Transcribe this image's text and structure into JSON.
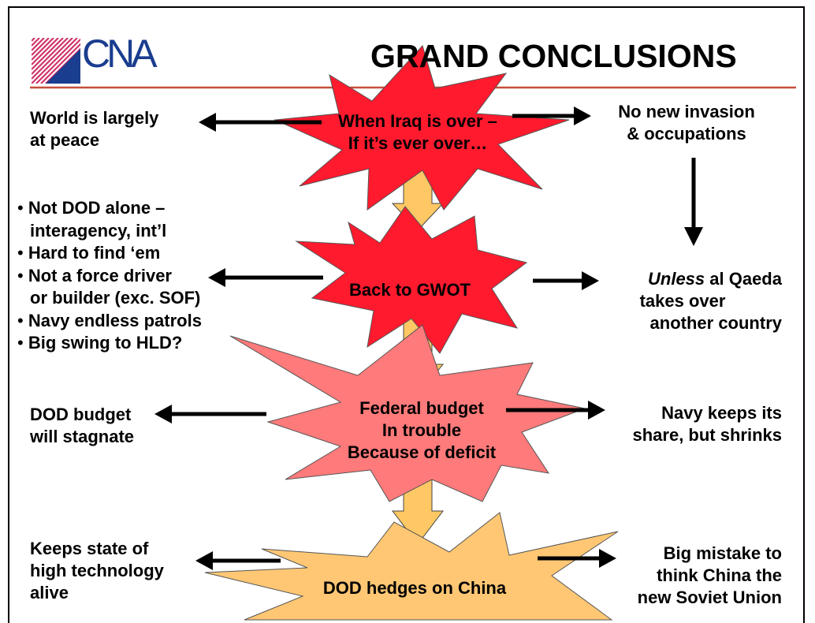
{
  "title": "GRAND CONCLUSIONS",
  "logo": {
    "text": "CNA"
  },
  "colors": {
    "star_red": "#ff1a2e",
    "star_pink": "#ff7a7a",
    "star_tan": "#ffc774",
    "arrow_fill": "#ffc864",
    "rule": "#c8503c",
    "logo_blue": "#1a3d8f",
    "logo_stripes": "#d0346a"
  },
  "stages": [
    {
      "line1": "When Iraq is over –",
      "line2": "If it’s ever over…"
    },
    {
      "line1": "Back to GWOT"
    },
    {
      "line1": "Federal budget",
      "line2": "In trouble",
      "line3": "Because of deficit"
    },
    {
      "line1": "DOD hedges on China"
    }
  ],
  "left": {
    "s1": {
      "line1": "World is largely",
      "line2": "at peace"
    },
    "s2": {
      "bullets": [
        "Not DOD alone –",
        "interagency, int’l",
        "Hard to find ‘em",
        "Not a force driver",
        "or builder (exc. SOF)",
        "Navy endless patrols",
        "Big swing to HLD?"
      ],
      "bullet_char": "•"
    },
    "s3": {
      "line1": "DOD budget",
      "line2": "will stagnate"
    },
    "s4": {
      "line1": "Keeps state of",
      "line2": "high technology",
      "line3": "alive"
    }
  },
  "right": {
    "s1": {
      "line1": "No new invasion",
      "line2": "& occupations"
    },
    "s2": {
      "emph": "Unless",
      "line1_rest": " al Qaeda",
      "line2": "takes over",
      "line3": "another country"
    },
    "s3": {
      "line1": "Navy keeps its",
      "line2": "share, but shrinks"
    },
    "s4": {
      "line1": "Big mistake to",
      "line2": "think China the",
      "line3": "new Soviet Union"
    }
  }
}
